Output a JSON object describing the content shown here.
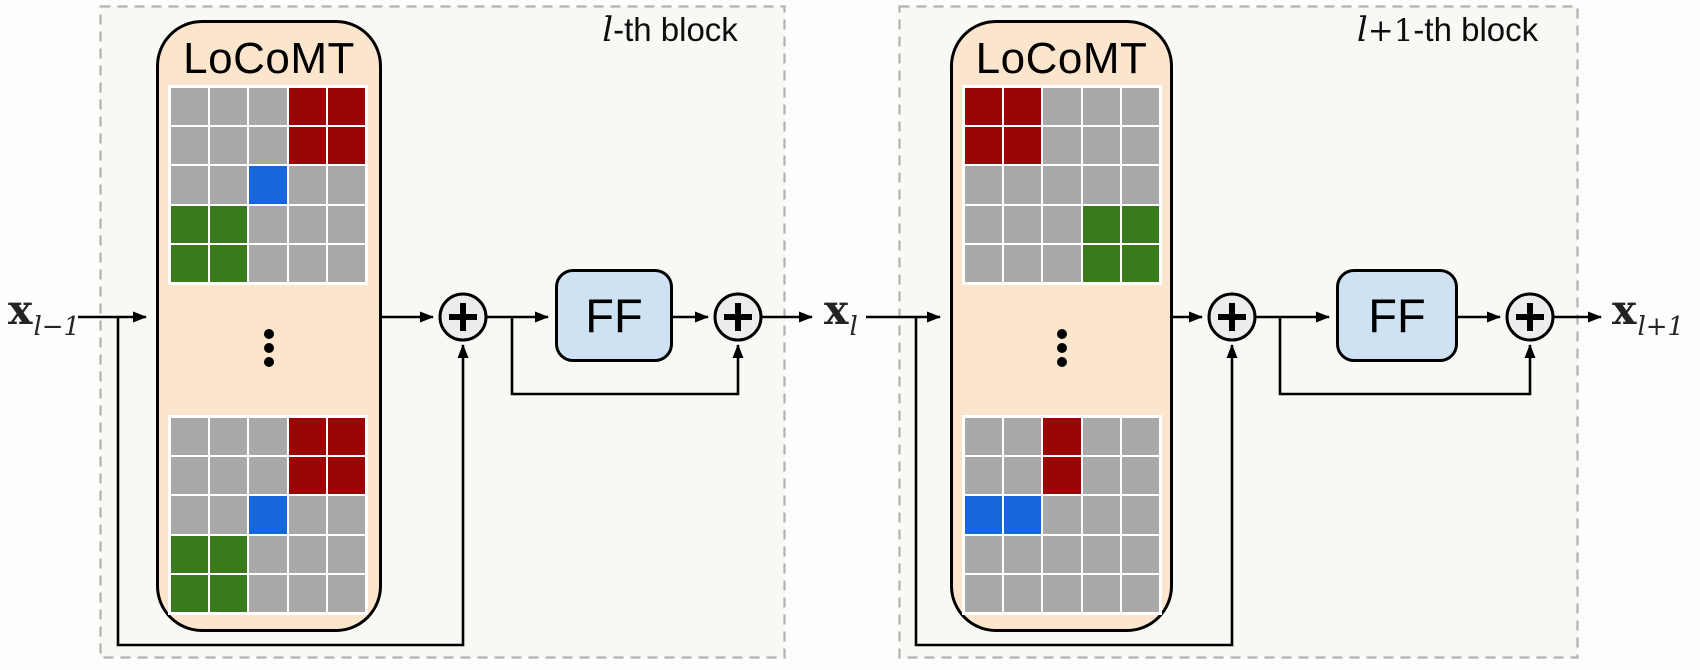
{
  "figure": "two stacked transformer-style blocks with LoCoMT attention modules",
  "blocks": [
    {
      "title": {
        "var": "l",
        "plus": "",
        "rest": "-th block"
      },
      "module": {
        "label": "LoCoMT"
      },
      "ff_label": "FF",
      "grids": {
        "top": [
          [
            "gray",
            "gray",
            "gray",
            "red",
            "red"
          ],
          [
            "gray",
            "gray",
            "gray",
            "red",
            "red"
          ],
          [
            "gray",
            "gray",
            "blue",
            "gray",
            "gray"
          ],
          [
            "green",
            "green",
            "gray",
            "gray",
            "gray"
          ],
          [
            "green",
            "green",
            "gray",
            "gray",
            "gray"
          ]
        ],
        "bottom": [
          [
            "gray",
            "gray",
            "gray",
            "red",
            "red"
          ],
          [
            "gray",
            "gray",
            "gray",
            "red",
            "red"
          ],
          [
            "gray",
            "gray",
            "blue",
            "gray",
            "gray"
          ],
          [
            "green",
            "green",
            "gray",
            "gray",
            "gray"
          ],
          [
            "green",
            "green",
            "gray",
            "gray",
            "gray"
          ]
        ]
      }
    },
    {
      "title": {
        "var": "l",
        "plus": "+1",
        "rest": "-th block"
      },
      "module": {
        "label": "LoCoMT"
      },
      "ff_label": "FF",
      "grids": {
        "top": [
          [
            "red",
            "red",
            "gray",
            "gray",
            "gray"
          ],
          [
            "red",
            "red",
            "gray",
            "gray",
            "gray"
          ],
          [
            "gray",
            "gray",
            "gray",
            "gray",
            "gray"
          ],
          [
            "gray",
            "gray",
            "gray",
            "green",
            "green"
          ],
          [
            "gray",
            "gray",
            "gray",
            "green",
            "green"
          ]
        ],
        "bottom": [
          [
            "gray",
            "gray",
            "red",
            "gray",
            "gray"
          ],
          [
            "gray",
            "gray",
            "red",
            "gray",
            "gray"
          ],
          [
            "blue",
            "blue",
            "gray",
            "gray",
            "gray"
          ],
          [
            "gray",
            "gray",
            "gray",
            "gray",
            "gray"
          ],
          [
            "gray",
            "gray",
            "gray",
            "gray",
            "gray"
          ]
        ]
      }
    }
  ],
  "labels": [
    {
      "base": "x",
      "sub": "l−1"
    },
    {
      "base": "x",
      "sub": "l"
    },
    {
      "base": "x",
      "sub": "l+1"
    }
  ],
  "icons": {
    "add_node": "plus-in-circle",
    "ellipsis": "vertical-ellipsis"
  },
  "colors": {
    "red": "#9b0505",
    "green": "#3a7a1f",
    "blue": "#1667d9",
    "gray": "#a9a9a9",
    "module_fill": "#fce5cd",
    "ff_fill": "#cfe2f3",
    "node_fill": "#ececec",
    "wire": "#000000",
    "dashed_border": "#b1b1b1"
  }
}
